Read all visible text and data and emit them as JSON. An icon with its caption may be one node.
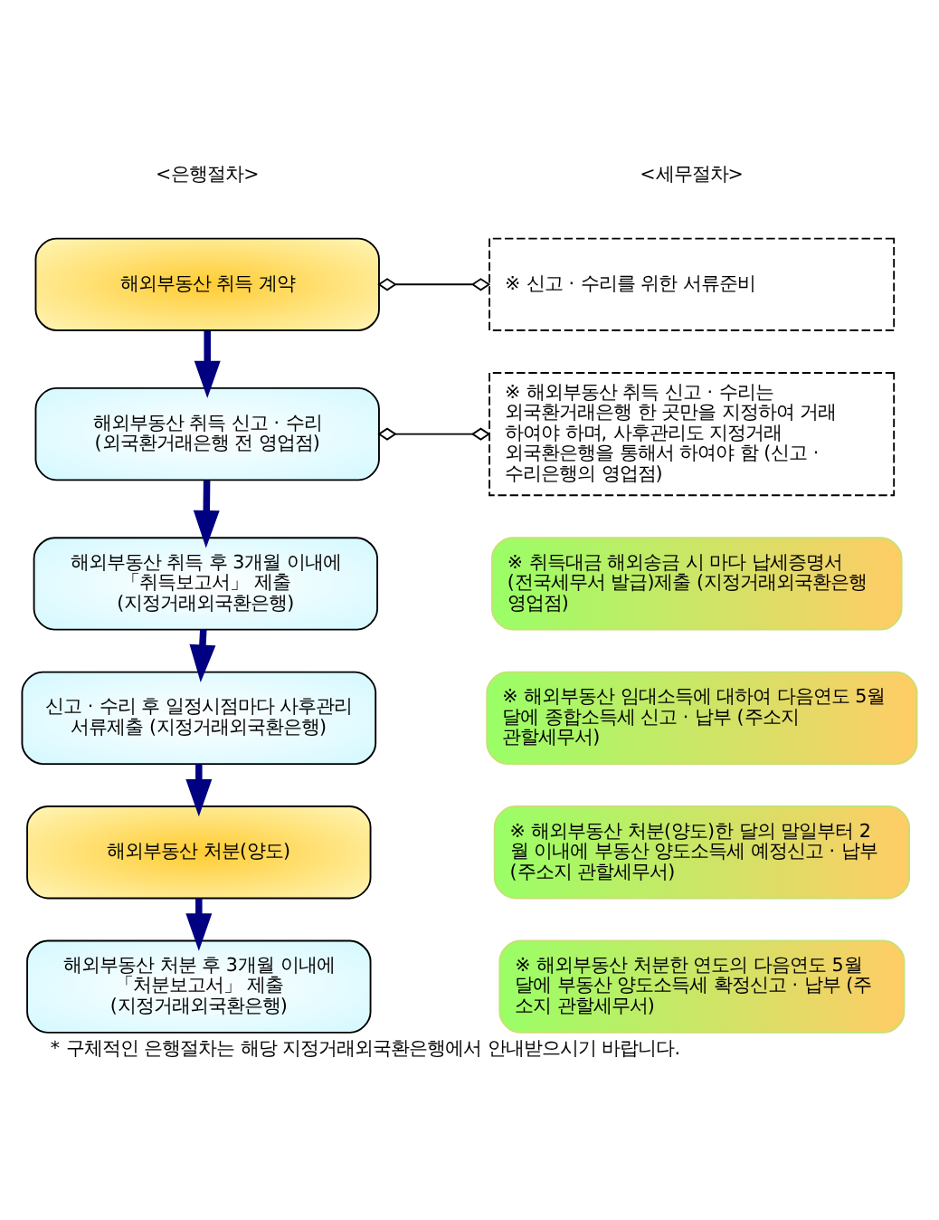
{
  "diagram": {
    "caption": "* 구체적인 은행절차는 해당 지정거래외국환은행에서 안내받으시기 바랍니다.",
    "nodes": [
      {
        "text": [
          "해외부동산 취득 계약"
        ]
      },
      {
        "text": [
          "※ 신고 · 수리를 위한 서류준비"
        ]
      },
      {
        "text": [
          "해외부동산 취득 신고 · 수리 (외국환거래은행 전 영업점)"
        ]
      },
      {
        "text": [
          "※ 해외부동산 취득 신고 · 수리는 외국환거래은행 한 곳만을 지정하여 거래 하여야 하며, 사후관리도 지정거래 외국환은행을 통해서 하여야 함 (신고 · 수리은행의 영업점)"
        ]
      },
      {
        "text": [
          "해외부동산 취득 후 3개월 이내에 「취득보고서」 제출 (지정거래외국환은행)"
        ]
      },
      {
        "text": [
          "※ 취득대금 해외송금 시 마다 납세증명서 (전국세무서 발급)제출 (지정거래외국환은행 영업점)"
        ]
      },
      {
        "text": [
          "신고 · 수리 후 일정시점마다 사후관리 서류제출 (지정거래외국환은행)"
        ]
      },
      {
        "text": [
          "※ 해외부동산 임대소득에 대하여 다음연도 5월 달에 종합소득세 신고 · 납부 (주소지 관할세무서)"
        ]
      },
      {
        "text": [
          "해외부동산 처분(양도)"
        ]
      },
      {
        "text": [
          "※ 해외부동산 처분(양도)한 달의 말일부터 2 월 이내에 부동산 양도소득세 예정신고 · 납부 (주소지 관할세무서)"
        ]
      },
      {
        "text": [
          "해외부동산 처분 후 3개월 이내에 「처분보고서」 제출 (지정거래외국환은행)"
        ]
      },
      {
        "text": [
          "※ 해외부동산 처분한 연도의 다음연도 5월 달에 부동산 양도소득세 확정신고 · 납부 (주 소지 관할세무서)"
        ]
      }
    ],
    "edges": [
      {
        "from": 0,
        "to": 1,
        "arrow": "other",
        "color": "#000000"
      },
      {
        "from": 0,
        "to": 2,
        "arrow": "to"
      },
      {
        "from": 2,
        "to": 3,
        "arrow": "other",
        "color": "#000000"
      },
      {
        "from": 2,
        "to": 4,
        "arrow": "to"
      },
      {
        "from": 4,
        "to": 6,
        "arrow": "to"
      },
      {
        "from": 6,
        "to": 8,
        "arrow": "to"
      },
      {
        "from": 8,
        "to": 10,
        "arrow": "to"
      }
    ],
    "labels": [
      "<은행절차>",
      "<세무절차>"
    ]
  }
}
